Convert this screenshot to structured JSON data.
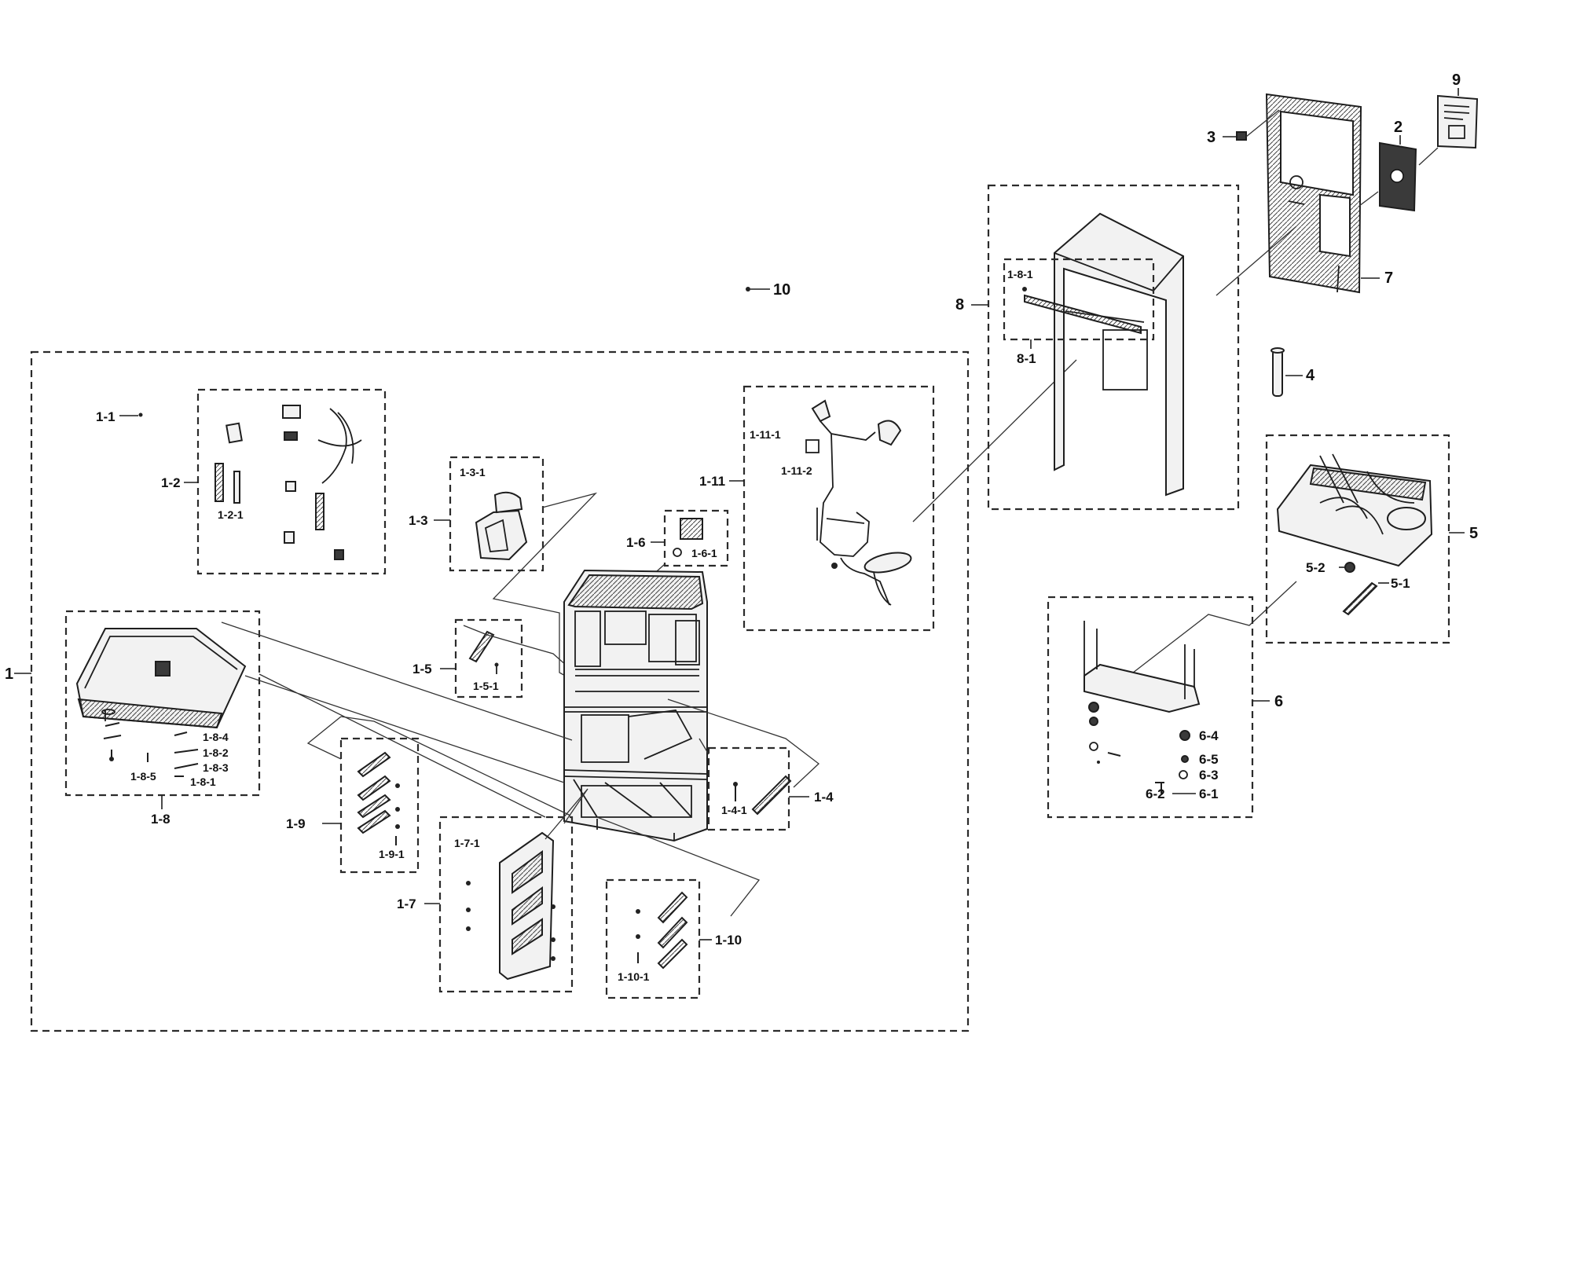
{
  "labels": {
    "l1": "1",
    "l1_1": "1-1",
    "l1_2": "1-2",
    "l1_2_1": "1-2-1",
    "l1_3": "1-3",
    "l1_3_1": "1-3-1",
    "l1_4": "1-4",
    "l1_4_1": "1-4-1",
    "l1_5": "1-5",
    "l1_5_1": "1-5-1",
    "l1_6": "1-6",
    "l1_6_1": "1-6-1",
    "l1_7": "1-7",
    "l1_7_1": "1-7-1",
    "l1_8": "1-8",
    "l1_8_1": "1-8-1",
    "l1_8_2": "1-8-2",
    "l1_8_3": "1-8-3",
    "l1_8_4": "1-8-4",
    "l1_8_5": "1-8-5",
    "l1_9": "1-9",
    "l1_9_1": "1-9-1",
    "l1_10": "1-10",
    "l1_10_1": "1-10-1",
    "l1_11": "1-11",
    "l1_11_1": "1-11-1",
    "l1_11_2": "1-11-2",
    "l2": "2",
    "l3": "3",
    "l4": "4",
    "l5": "5",
    "l5_1": "5-1",
    "l5_2": "5-2",
    "l6": "6",
    "l6_1": "6-1",
    "l6_2": "6-2",
    "l6_3": "6-3",
    "l6_4": "6-4",
    "l6_5": "6-5",
    "l7": "7",
    "l8": "8",
    "l8_1": "8-1",
    "l8_1_top": "1-8-1",
    "l9": "9",
    "l10": "10"
  }
}
